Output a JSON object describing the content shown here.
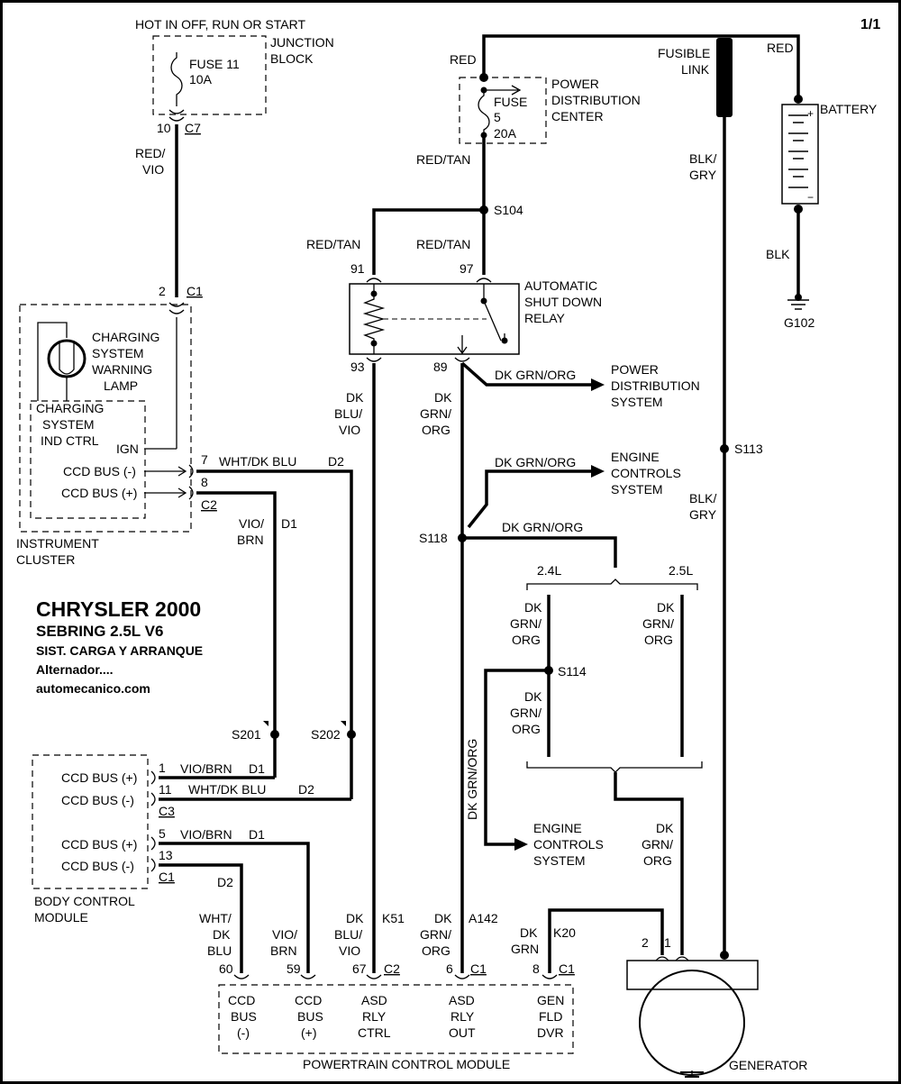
{
  "page": {
    "number": "1/1"
  },
  "header": {
    "hot_line": "HOT IN OFF, RUN OR START",
    "junction_block": [
      "JUNCTION",
      "BLOCK"
    ],
    "fuse11": [
      "FUSE 11",
      "10A"
    ],
    "fuse11_pin": "10",
    "fuse11_conn": "C7"
  },
  "power_distribution": {
    "label": [
      "POWER",
      "DISTRIBUTION",
      "CENTER"
    ],
    "fuse5": [
      "FUSE",
      "5",
      "20A"
    ]
  },
  "fusible_link": [
    "FUSIBLE",
    "LINK"
  ],
  "battery": {
    "label": "BATTERY",
    "plus": "+",
    "minus": "−"
  },
  "ground": "G102",
  "relay": {
    "label": [
      "AUTOMATIC",
      "SHUT DOWN",
      "RELAY"
    ],
    "pins": [
      "91",
      "97",
      "93",
      "89"
    ]
  },
  "splices": [
    "S104",
    "S113",
    "S118",
    "S114",
    "S201",
    "S202"
  ],
  "branches": {
    "pds": [
      "POWER",
      "DISTRIBUTION",
      "SYSTEM"
    ],
    "ecs1": [
      "ENGINE",
      "CONTROLS",
      "SYSTEM"
    ],
    "ecs2": [
      "ENGINE",
      "CONTROLS",
      "SYSTEM"
    ],
    "v24": "2.4L",
    "v25": "2.5L"
  },
  "wire_labels": {
    "red_vio": [
      "RED/",
      "VIO"
    ],
    "red": "RED",
    "red_tan": "RED/TAN",
    "blk_gry": [
      "BLK/",
      "GRY"
    ],
    "blk": "BLK",
    "dk_blu_vio": [
      "DK",
      "BLU/",
      "VIO"
    ],
    "dk_grn_org": [
      "DK",
      "GRN/",
      "ORG"
    ],
    "dk_grn_org_h": "DK GRN/ORG",
    "wht_dk_blu": "WHT/DK BLU",
    "vio_brn": "VIO/BRN",
    "vio_brn_v": [
      "VIO/",
      "BRN"
    ],
    "d1": "D1",
    "d2": "D2",
    "wht_dk_blu_v": [
      "WHT/",
      "DK",
      "BLU"
    ],
    "k51": "K51",
    "a142": "A142",
    "k20": "K20",
    "dk_grn": [
      "DK",
      "GRN"
    ]
  },
  "instrument_cluster": {
    "lamp": [
      "CHARGING",
      "SYSTEM",
      "WARNING",
      "LAMP"
    ],
    "ind": [
      "CHARGING",
      "SYSTEM",
      "IND CTRL"
    ],
    "ign": "IGN",
    "ccd_minus": "CCD BUS (-)",
    "ccd_plus": "CCD BUS (+)",
    "pin2": "2",
    "conn_c1": "C1",
    "pin7": "7",
    "pin8": "8",
    "conn_c2": "C2",
    "label": [
      "INSTRUMENT",
      "CLUSTER"
    ]
  },
  "body_control_module": {
    "ccd_plus": "CCD BUS (+)",
    "ccd_minus": "CCD BUS (-)",
    "pins": [
      "1",
      "11",
      "5",
      "13"
    ],
    "conns": [
      "C3",
      "C1"
    ],
    "label": [
      "BODY CONTROL",
      "MODULE"
    ]
  },
  "pcm": {
    "pins": [
      "60",
      "59",
      "67",
      "6",
      "8"
    ],
    "conns": [
      "C2",
      "C1",
      "C1"
    ],
    "cols": [
      [
        "CCD",
        "BUS",
        "(-)"
      ],
      [
        "CCD",
        "BUS",
        "(+)"
      ],
      [
        "ASD",
        "RLY",
        "CTRL"
      ],
      [
        "ASD",
        "RLY",
        "OUT"
      ],
      [
        "GEN",
        "FLD",
        "DVR"
      ]
    ],
    "label": "POWERTRAIN CONTROL MODULE"
  },
  "generator": {
    "label": "GENERATOR",
    "pins": [
      "2",
      "1"
    ]
  },
  "title_block": [
    "CHRYSLER 2000",
    "SEBRING  2.5L  V6",
    "SIST. CARGA Y ARRANQUE",
    "Alternador....",
    "automecanico.com"
  ]
}
